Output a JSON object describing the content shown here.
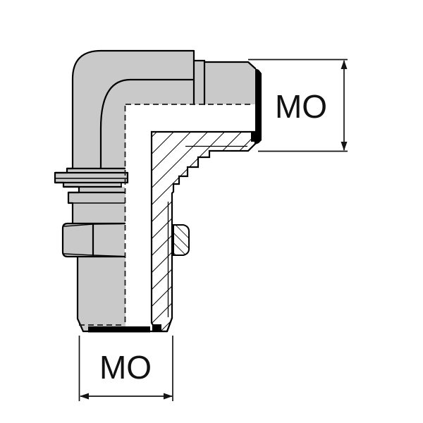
{
  "figure": {
    "type": "technical-drawing-half-section",
    "subject": "90-degree elbow fitting",
    "labels": {
      "dim_right": "MO",
      "dim_bottom": "MO"
    },
    "colors": {
      "body_fill": "#c9c9c9",
      "line": "#000000",
      "seal": "#000000",
      "background": "#ffffff"
    }
  }
}
